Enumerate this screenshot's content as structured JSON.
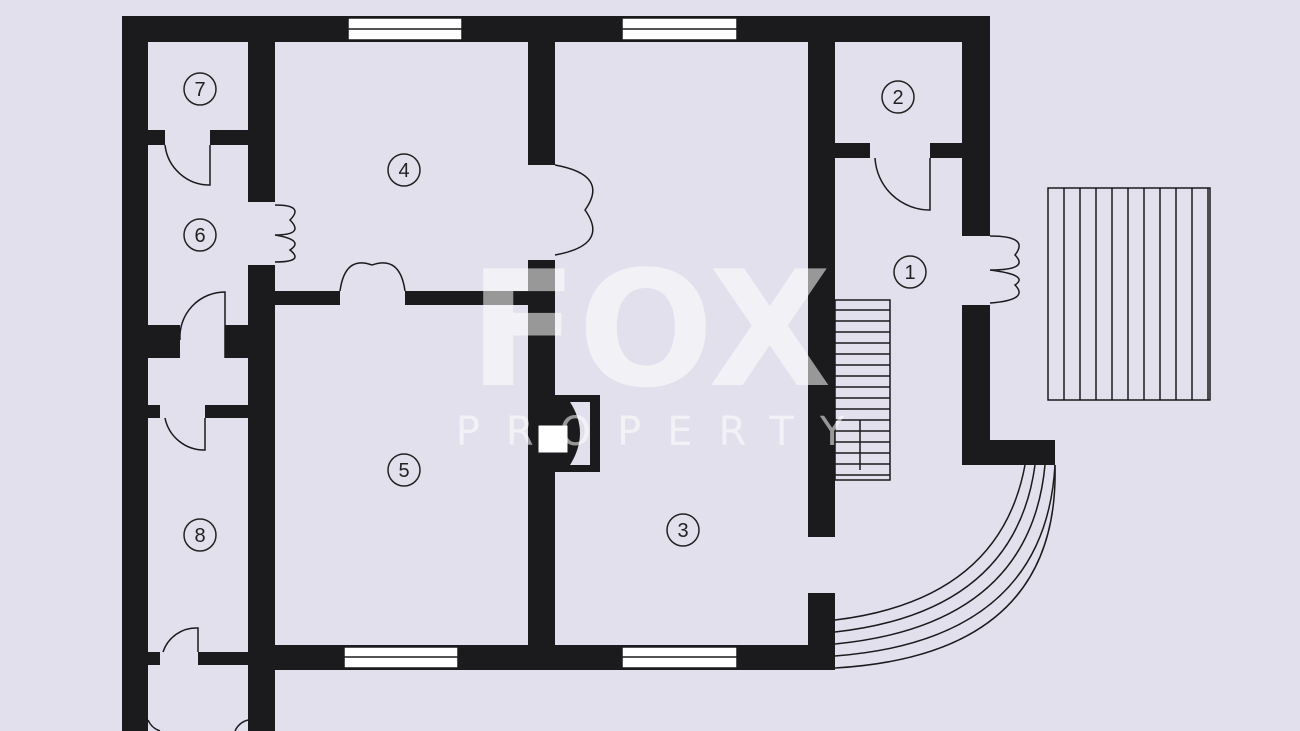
{
  "plan": {
    "rooms": [
      {
        "id": "1",
        "label": "1"
      },
      {
        "id": "2",
        "label": "2"
      },
      {
        "id": "3",
        "label": "3"
      },
      {
        "id": "4",
        "label": "4"
      },
      {
        "id": "5",
        "label": "5"
      },
      {
        "id": "6",
        "label": "6"
      },
      {
        "id": "7",
        "label": "7"
      },
      {
        "id": "8",
        "label": "8"
      }
    ]
  },
  "watermark": {
    "brand": "FOX",
    "sub": "PROPERTY"
  },
  "colors": {
    "background": "#e2e0ec",
    "wall": "#1b1a1d"
  }
}
